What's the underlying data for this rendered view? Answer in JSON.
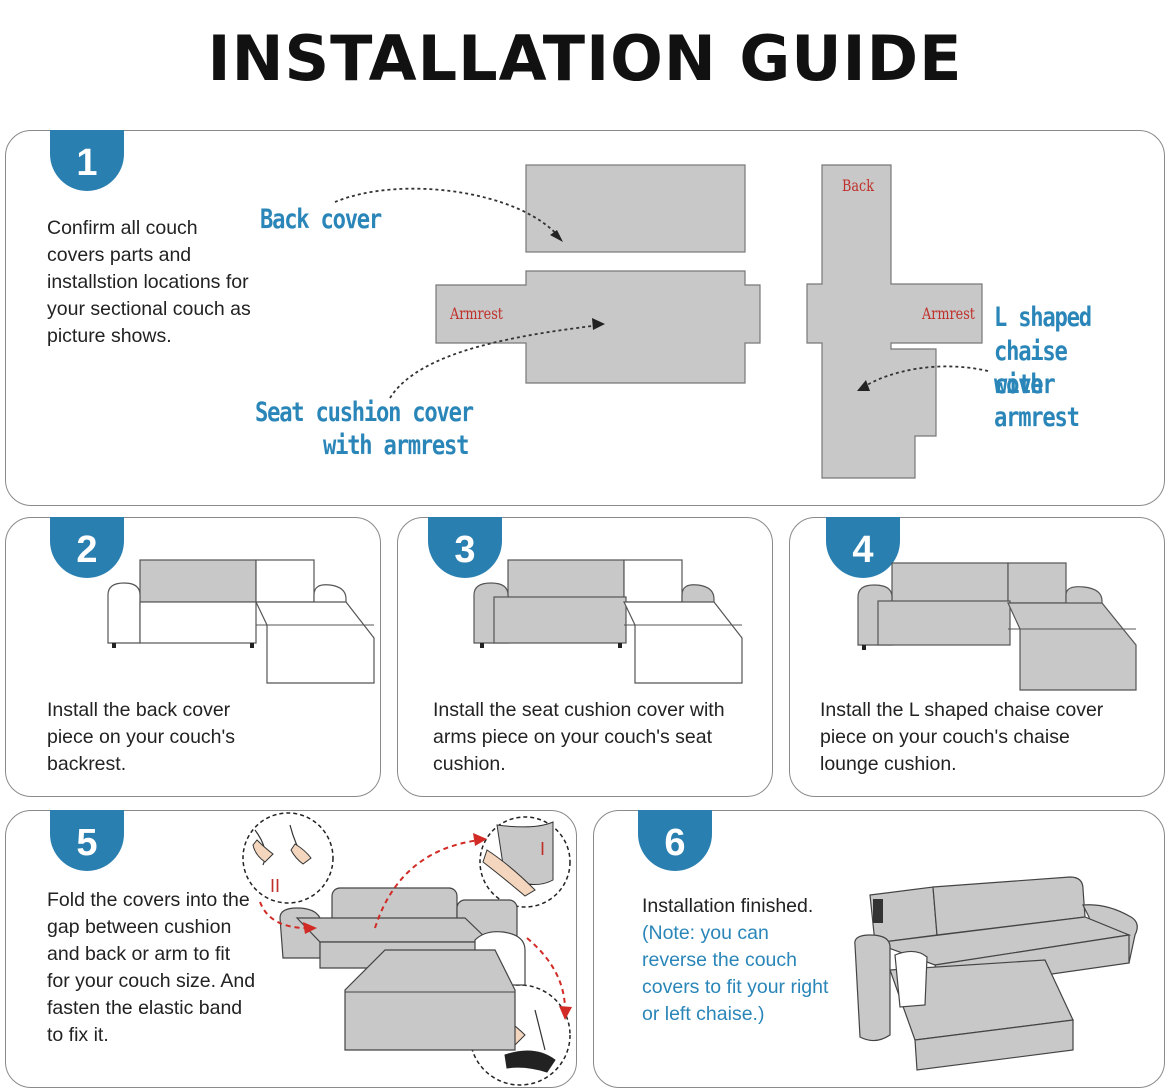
{
  "title": "INSTALLATION GUIDE",
  "colors": {
    "badge": "#2a7fb1",
    "cover_gray": "#c8c8c8",
    "label_blue": "#2a86b8",
    "label_red": "#c0302a",
    "arrow_red": "#d22a25"
  },
  "steps": [
    {
      "number": "1",
      "text": "Confirm all couch covers parts and installstion locations for your sectional couch as picture shows."
    },
    {
      "number": "2",
      "text": "Install the back cover piece on your couch's backrest."
    },
    {
      "number": "3",
      "text": "Install the seat cushion cover with arms piece on your couch's seat cushion."
    },
    {
      "number": "4",
      "text": "Install the L shaped chaise cover piece on your couch's chaise lounge cushion."
    },
    {
      "number": "5",
      "text": "Fold the covers into the gap between cushion and back or arm to fit for your couch size. And fasten the elastic band to fix it."
    },
    {
      "number": "6",
      "text": "Installation finished.",
      "note": "(Note: you can reverse the couch covers to fit your right or left chaise.)"
    }
  ],
  "diagram": {
    "back_cover": "Back cover",
    "seat_cover_line1": "Seat cushion cover",
    "seat_cover_line2": "with armrest",
    "chaise_line1": "L shaped",
    "chaise_line2": "chaise cover",
    "chaise_line3": "with armrest",
    "armrest_left": "Armrest",
    "armrest_right": "Armrest",
    "back_small": "Back",
    "roman_one": "I",
    "roman_two": "II"
  }
}
